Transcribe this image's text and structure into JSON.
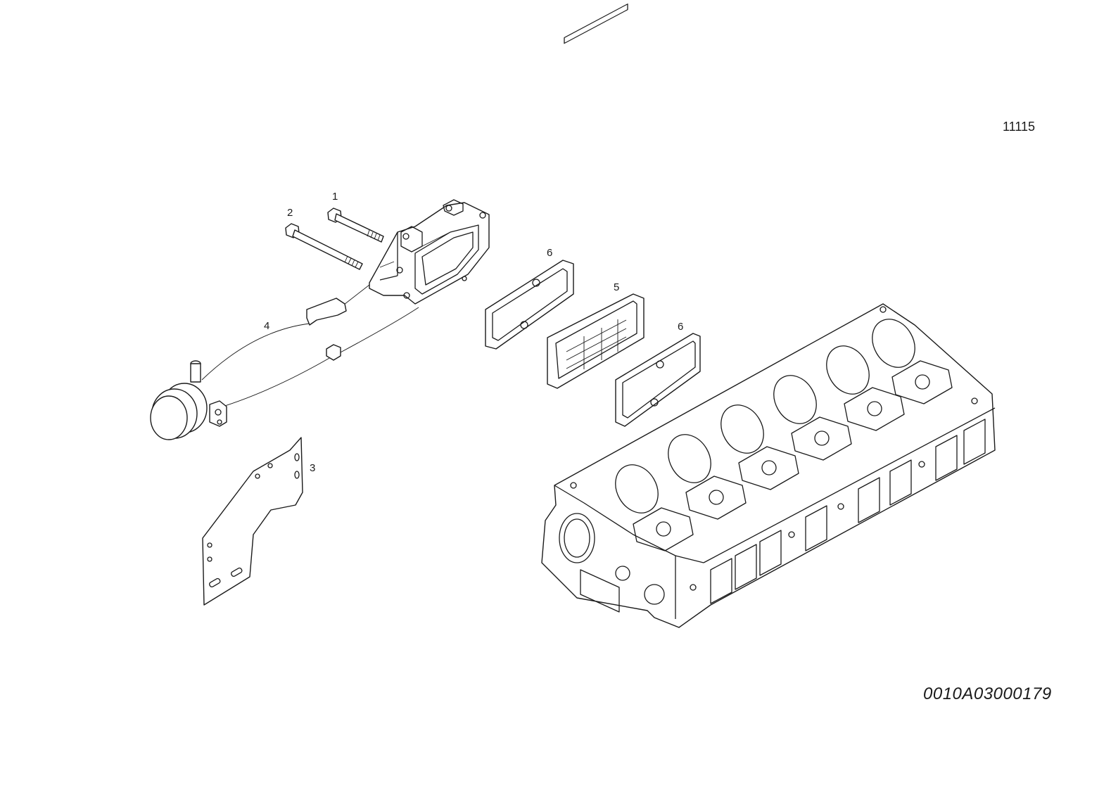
{
  "drawing": {
    "group_code": "11115",
    "drawing_number": "0010A03000179"
  },
  "callouts": [
    {
      "id": "1",
      "label": "1"
    },
    {
      "id": "2",
      "label": "2"
    },
    {
      "id": "3",
      "label": "3"
    },
    {
      "id": "4",
      "label": "4"
    },
    {
      "id": "5",
      "label": "5"
    },
    {
      "id": "6a",
      "label": "6"
    },
    {
      "id": "6b",
      "label": "6"
    }
  ],
  "colors": {
    "line": "#1a1a1a",
    "background": "#ffffff"
  }
}
